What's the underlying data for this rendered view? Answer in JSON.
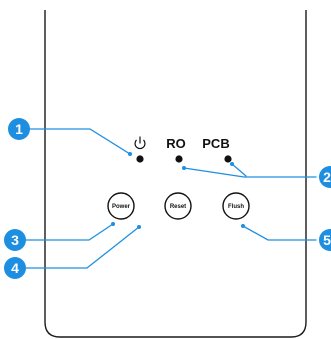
{
  "indicators": {
    "power_icon": "power-symbol-icon",
    "ro_label": "RO",
    "pcb_label": "PCB"
  },
  "buttons": {
    "power_label": "Power",
    "reset_label": "Reset",
    "flush_label": "Flush"
  },
  "callouts": [
    "1",
    "2",
    "3",
    "4",
    "5"
  ],
  "colors": {
    "callout": "#1e8fe0",
    "outline": "#1a1a1a",
    "led": "#111111"
  }
}
